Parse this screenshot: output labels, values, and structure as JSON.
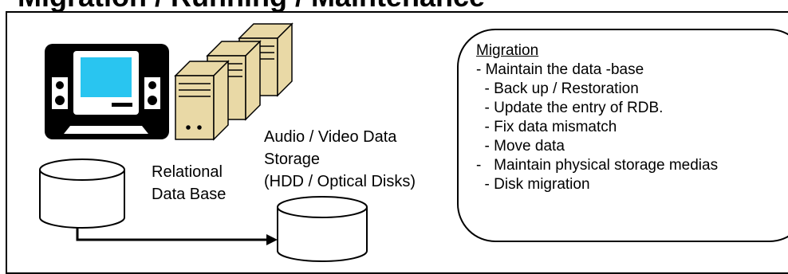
{
  "title": "Migration / Running / Maintenance",
  "labels": {
    "rdb": [
      "Relational",
      "Data Base"
    ],
    "storage": [
      "Audio / Video Data",
      "Storage",
      "(HDD / Optical Disks)"
    ]
  },
  "notes": {
    "heading": "Migration",
    "lines": [
      "- Maintain the data -base",
      "  - Back up / Restoration",
      "  - Update the entry of RDB.",
      "  - Fix data mismatch",
      "  - Move data",
      "-   Maintain physical storage medias",
      "  - Disk migration"
    ]
  },
  "icons": [
    "computer-icon",
    "server-icon",
    "database-icon",
    "storage-icon",
    "arrow-icon"
  ],
  "colors": {
    "screen": "#29c5f0",
    "server": "#e9d9a6",
    "outline": "#000000"
  }
}
